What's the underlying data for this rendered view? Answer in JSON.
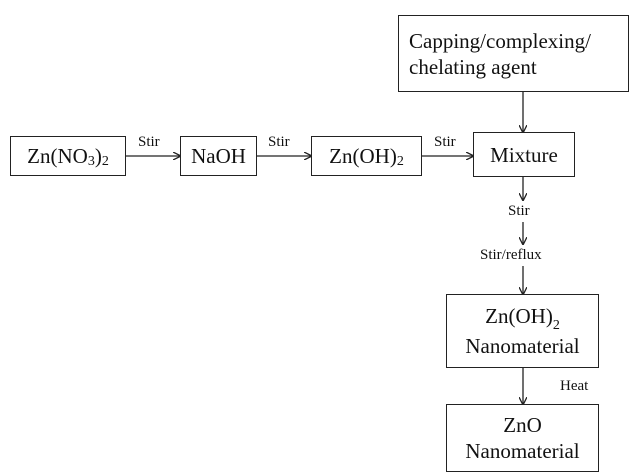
{
  "nodes": {
    "zn_nitrate": {
      "base": "Zn(NO",
      "sub1": "3",
      "mid": ")",
      "sub2": "2"
    },
    "naoh": "NaOH",
    "zn_hydroxide": {
      "base": "Zn(OH)",
      "sub": "2"
    },
    "mixture": "Mixture",
    "capping": {
      "line1": "Capping/complexing/",
      "line2": "chelating agent"
    },
    "hydroxide_nano": {
      "base": "Zn(OH)",
      "sub": "2",
      "line2": "Nanomaterial"
    },
    "zno_nano": {
      "line1": "ZnO",
      "line2": "Nanomaterial"
    }
  },
  "edge_labels": {
    "stir_1": "Stir",
    "stir_2": "Stir",
    "stir_3": "Stir",
    "stir_4": "Stir",
    "stir_reflux": "Stir/reflux",
    "heat": "Heat"
  },
  "colors": {
    "stroke": "#222222",
    "background": "#ffffff",
    "text": "#111111"
  }
}
